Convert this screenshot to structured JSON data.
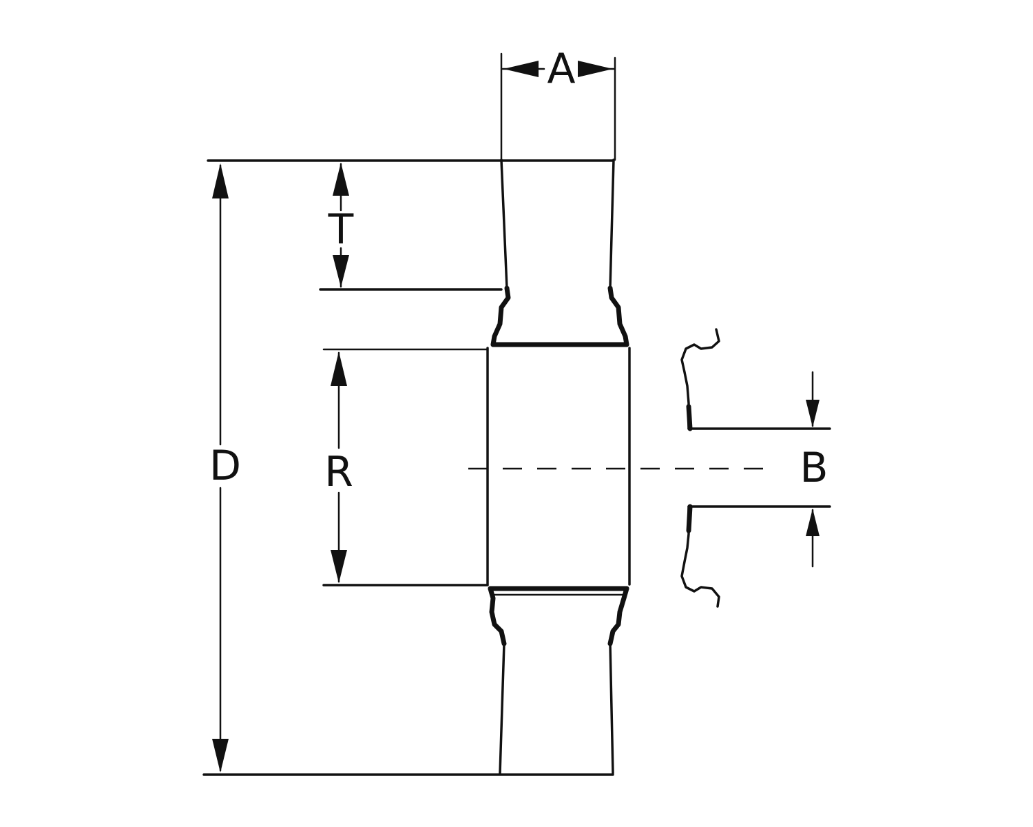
{
  "diagram": {
    "labels": {
      "A": "A",
      "T": "T",
      "D": "D",
      "R": "R",
      "B": "B"
    },
    "colors": {
      "line": "#111111",
      "background": "#ffffff"
    }
  }
}
